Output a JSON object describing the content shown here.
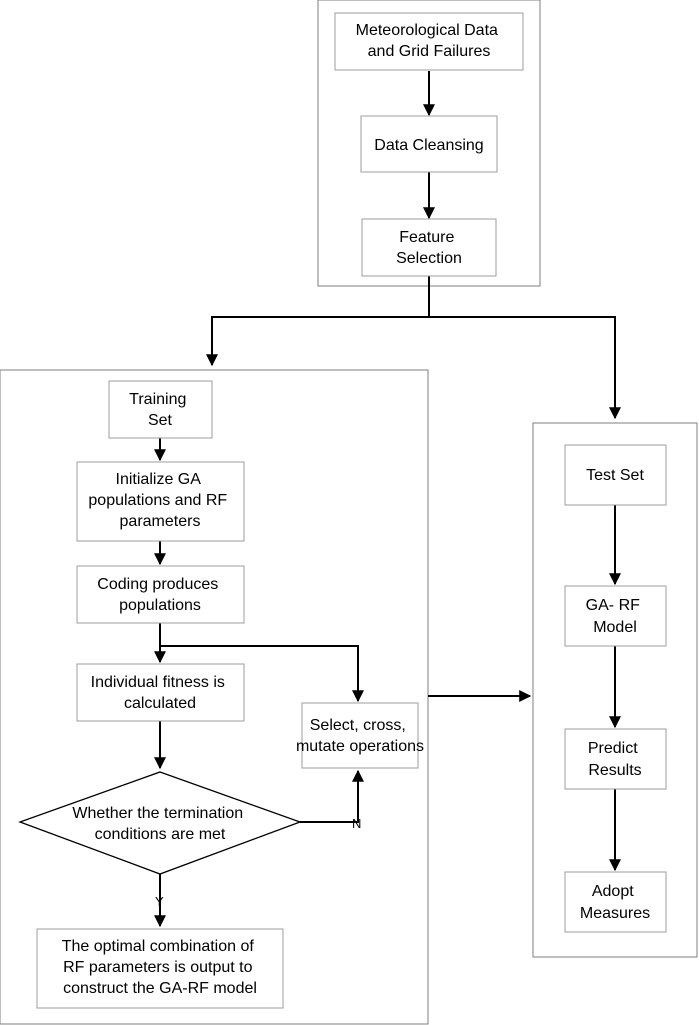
{
  "nodes": {
    "met_data": {
      "lines": [
        "Meteorological Data",
        "and Grid Failures"
      ]
    },
    "cleansing": {
      "lines": [
        "Data Cleansing"
      ]
    },
    "feature": {
      "lines": [
        "Feature",
        "Selection"
      ]
    },
    "training": {
      "lines": [
        "Training",
        "Set"
      ]
    },
    "init_ga": {
      "lines": [
        "Initialize GA",
        "populations and RF",
        "parameters"
      ]
    },
    "coding": {
      "lines": [
        "Coding produces",
        "populations"
      ]
    },
    "fitness": {
      "lines": [
        "Individual fitness is",
        "calculated"
      ]
    },
    "select": {
      "lines": [
        "Select, cross,",
        "mutate operations"
      ]
    },
    "decision": {
      "lines": [
        "Whether the termination",
        "conditions are met"
      ]
    },
    "optimal": {
      "lines": [
        "The optimal combination of",
        "RF parameters is output to",
        "construct the GA-RF model"
      ]
    },
    "test_set": {
      "lines": [
        "Test Set"
      ]
    },
    "gaf_model": {
      "lines": [
        "GA-",
        "RF",
        "Model"
      ]
    },
    "predict": {
      "lines": [
        "Predict",
        "Results"
      ]
    },
    "adopt": {
      "lines": [
        "Adopt",
        "Measures"
      ]
    }
  },
  "edges": [
    {
      "id": "met-to-clean",
      "from": "met_data",
      "to": "cleansing"
    },
    {
      "id": "clean-to-feature",
      "from": "cleansing",
      "to": "feature"
    },
    {
      "id": "feature-to-train",
      "from": "feature",
      "to": "training"
    },
    {
      "id": "feature-to-test",
      "from": "feature",
      "to": "test_set"
    },
    {
      "id": "train-to-init",
      "from": "training",
      "to": "init_ga"
    },
    {
      "id": "init-to-coding",
      "from": "init_ga",
      "to": "coding"
    },
    {
      "id": "coding-to-fitness",
      "from": "coding",
      "to": "fitness"
    },
    {
      "id": "coding-to-select",
      "from": "coding",
      "to": "select"
    },
    {
      "id": "fitness-to-decide",
      "from": "fitness",
      "to": "decision"
    },
    {
      "id": "decide-to-select",
      "from": "decision",
      "to": "select",
      "label": "N"
    },
    {
      "id": "decide-to-optimal",
      "from": "decision",
      "to": "optimal",
      "label": "Y"
    },
    {
      "id": "train-to-test",
      "from": "training",
      "to": "test_set"
    },
    {
      "id": "test-to-model",
      "from": "test_set",
      "to": "gaf_model"
    },
    {
      "id": "model-to-predict",
      "from": "gaf_model",
      "to": "predict"
    },
    {
      "id": "predict-to-adopt",
      "from": "predict",
      "to": "adopt"
    }
  ]
}
